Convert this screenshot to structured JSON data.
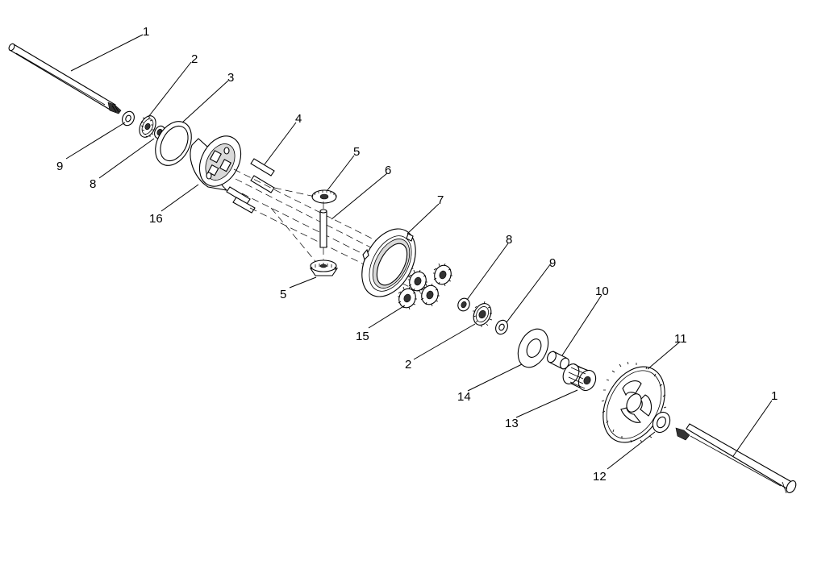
{
  "diagram": {
    "callouts": {
      "c1_left": "1",
      "c2_top": "2",
      "c3": "3",
      "c4": "4",
      "c5_top": "5",
      "c6": "6",
      "c7": "7",
      "c8_right": "8",
      "c9_right": "9",
      "c10": "10",
      "c11": "11",
      "c1_right": "1",
      "c9_left": "9",
      "c8_left": "8",
      "c16": "16",
      "c5_bottom": "5",
      "c15": "15",
      "c2_bottom": "2",
      "c14": "14",
      "c13": "13",
      "c12": "12"
    }
  }
}
